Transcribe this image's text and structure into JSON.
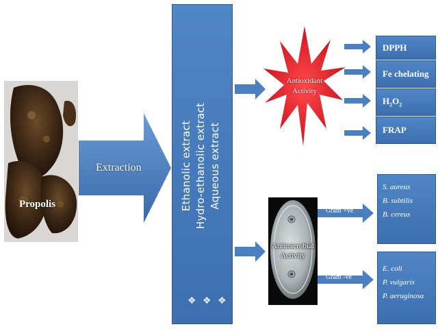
{
  "source": {
    "label": "Propolis"
  },
  "process": {
    "label": "Extraction"
  },
  "extracts": {
    "items": [
      "Ethanolic extract",
      "Hydro-ethanolic extract",
      "Aqueous extract"
    ],
    "marker": "❖ ❖ ❖"
  },
  "antioxidant": {
    "label_line1": "Antioxidant",
    "label_line2": "Activity",
    "assays": [
      {
        "label": "DPPH"
      },
      {
        "label": "Fe chelating"
      },
      {
        "label": "H",
        "sub1": "2",
        "mid": "O",
        "sub2": "2"
      },
      {
        "label": "FRAP"
      }
    ]
  },
  "antimicrobial": {
    "label_line1": "Antimicrobial",
    "label_line2": "Activity",
    "groups": [
      {
        "label": "Gram +ve",
        "organisms": [
          "S. aureus",
          "B. subtilis",
          "B. cereus"
        ]
      },
      {
        "label": "Gram -ve",
        "organisms": [
          "E. coli",
          "P. vulgaris",
          "P. aeruginosa"
        ]
      }
    ]
  },
  "colors": {
    "arrow": "#4a7fc0",
    "box": "#3f72b3",
    "star": "#e0192a",
    "text": "#ffffff"
  }
}
